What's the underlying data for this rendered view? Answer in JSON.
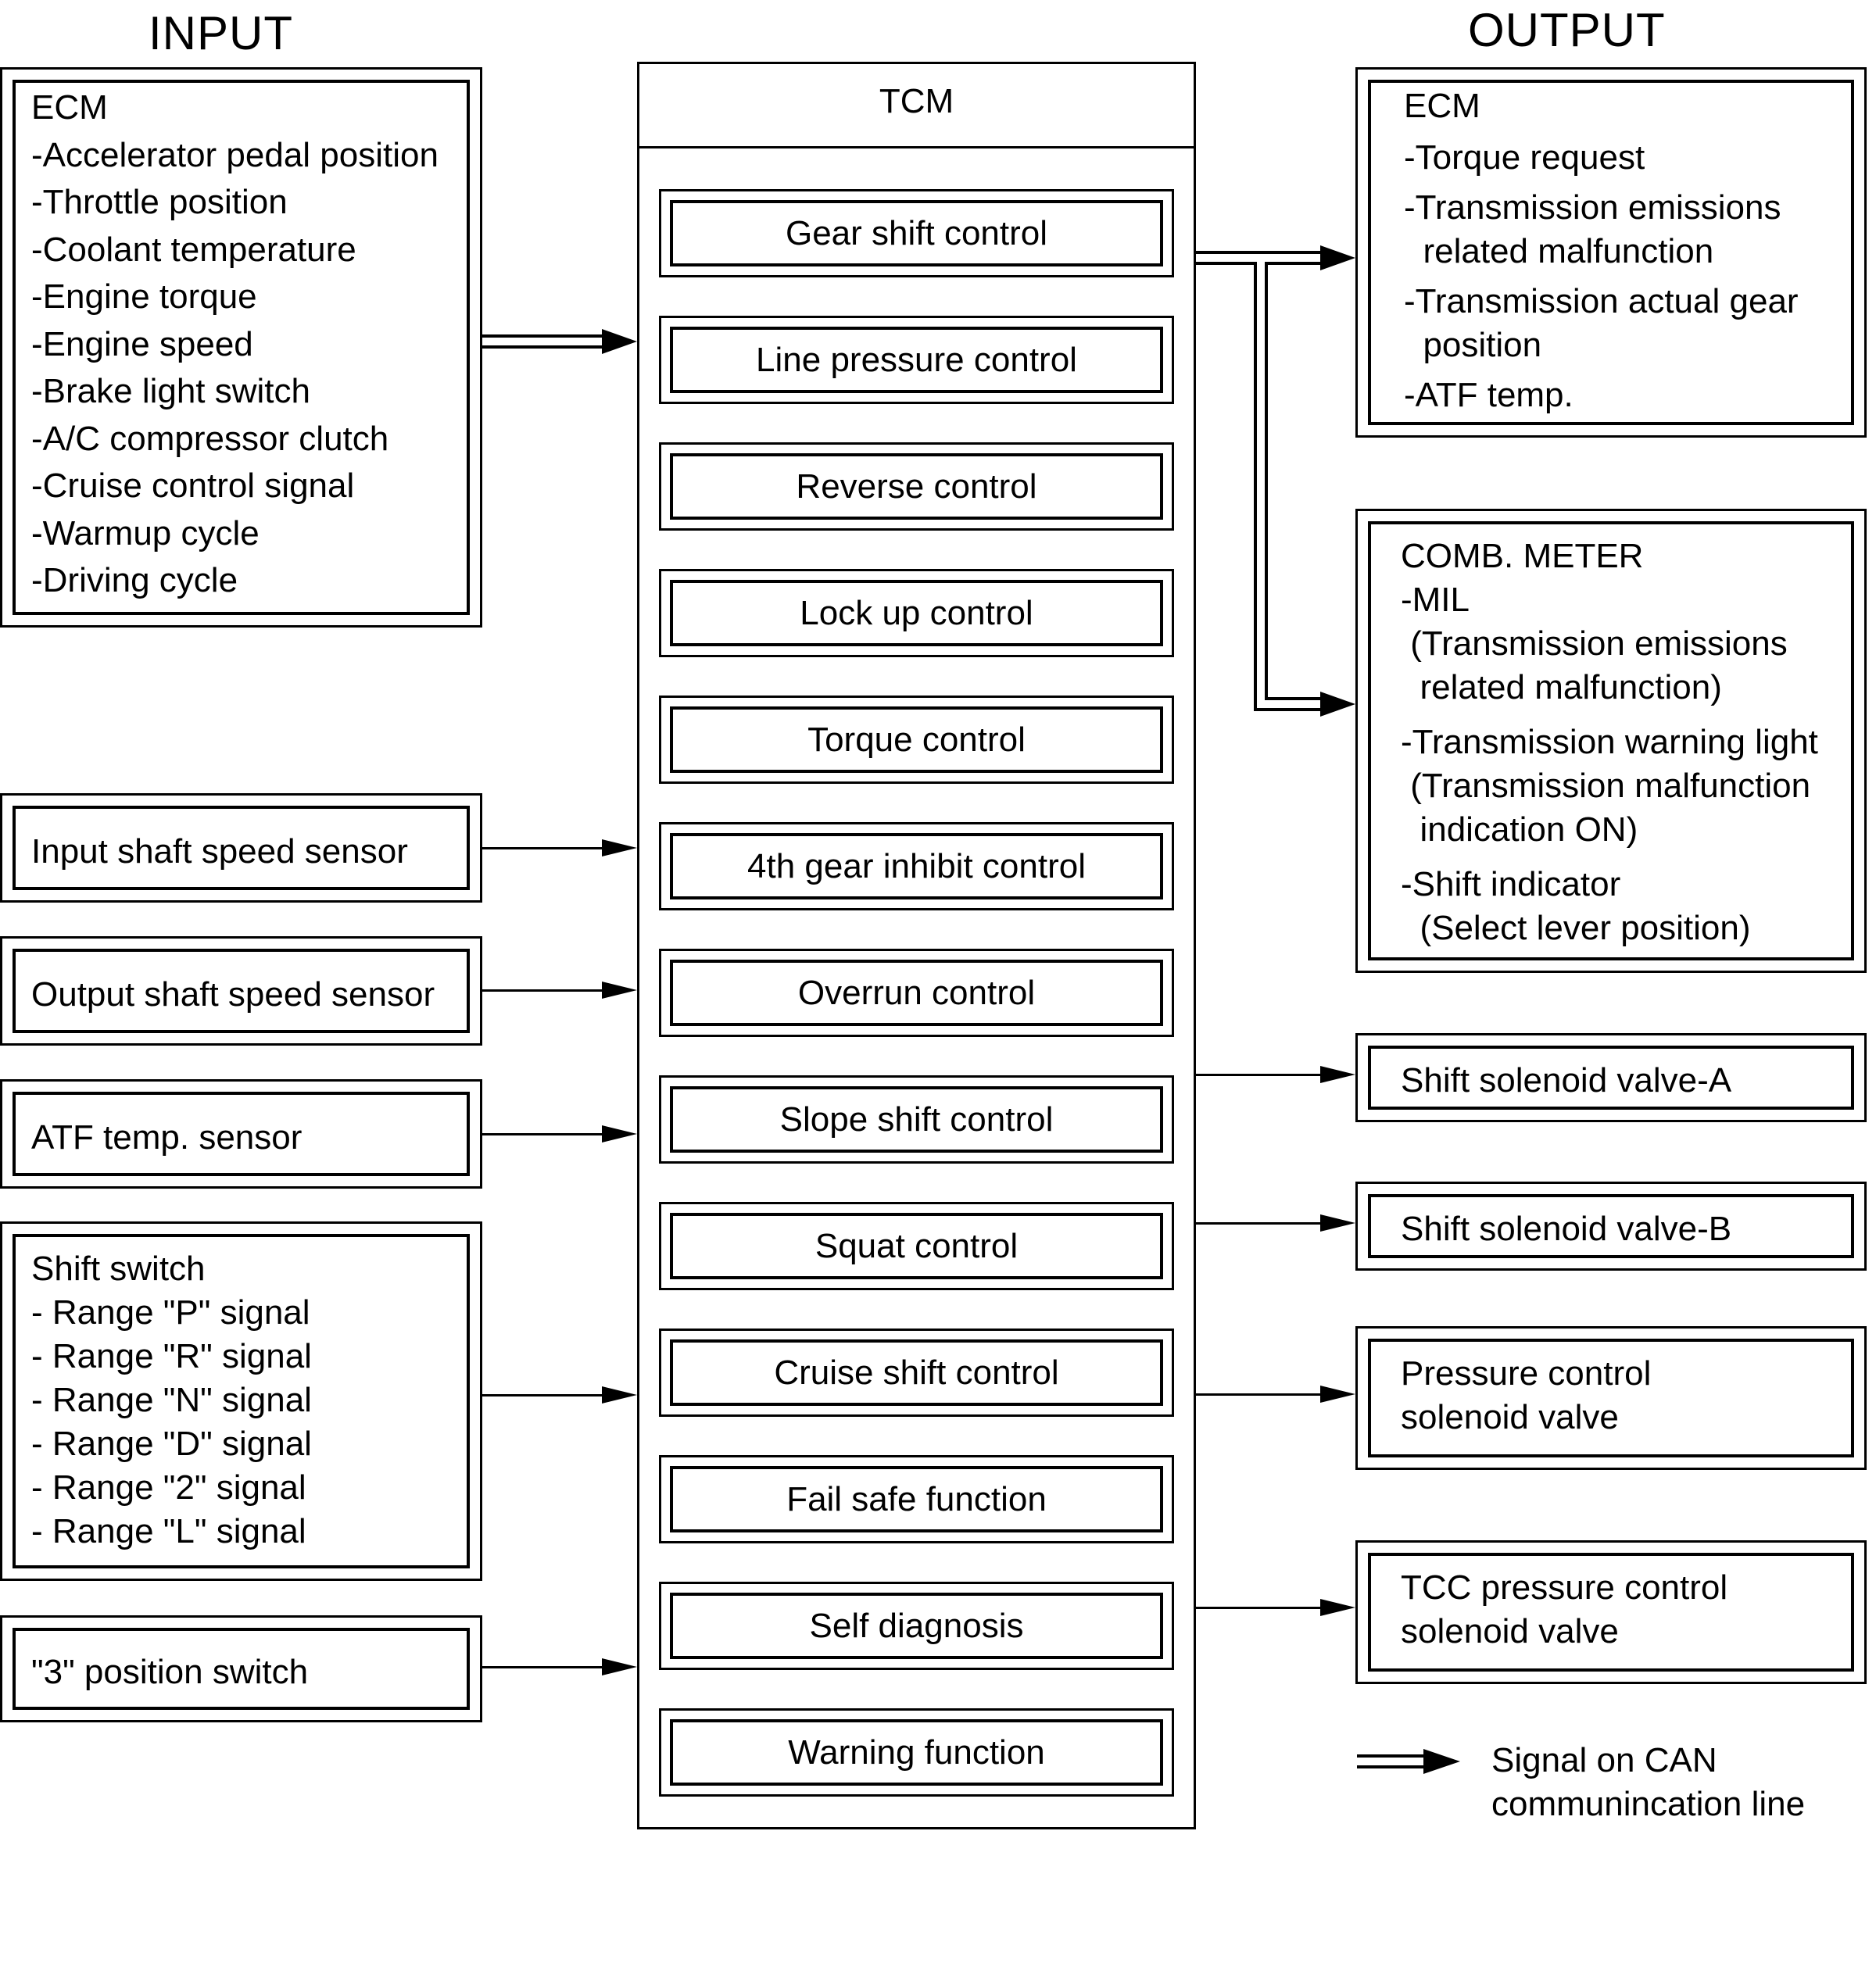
{
  "headings": {
    "input": "INPUT",
    "output": "OUTPUT"
  },
  "inputs": {
    "ecm": {
      "title": "ECM",
      "items": [
        "-Accelerator pedal position",
        "-Throttle position",
        "-Coolant temperature",
        "-Engine torque",
        "-Engine speed",
        "-Brake light switch",
        "-A/C compressor clutch",
        "-Cruise control signal",
        "-Warmup cycle",
        "-Driving cycle"
      ]
    },
    "input_shaft": "Input shaft speed sensor",
    "output_shaft": "Output shaft speed sensor",
    "atf_sensor": "ATF temp. sensor",
    "shift_switch": {
      "title": "Shift switch",
      "items": [
        "- Range \"P\" signal",
        "- Range \"R\" signal",
        "- Range \"N\" signal",
        "- Range \"D\" signal",
        "- Range \"2\" signal",
        "- Range \"L\" signal"
      ]
    },
    "position3": "\"3\" position switch"
  },
  "tcm": {
    "title": "TCM",
    "functions": [
      "Gear shift control",
      "Line pressure control",
      "Reverse control",
      "Lock up control",
      "Torque control",
      "4th gear inhibit control",
      "Overrun control",
      "Slope shift control",
      "Squat control",
      "Cruise shift control",
      "Fail safe function",
      "Self diagnosis",
      "Warning function"
    ]
  },
  "outputs": {
    "ecm": {
      "lines": [
        "ECM",
        "-Torque request",
        "-Transmission emissions",
        "  related malfunction",
        "-Transmission actual gear",
        "  position",
        "-ATF temp."
      ]
    },
    "comb_meter": {
      "lines": [
        "COMB. METER",
        "-MIL",
        " (Transmission emissions",
        "  related malfunction)",
        "-Transmission warning light",
        " (Transmission malfunction",
        "  indication ON)",
        "-Shift indicator",
        "  (Select lever position)"
      ]
    },
    "ssv_a": "Shift solenoid valve-A",
    "ssv_b": "Shift solenoid valve-B",
    "pcsv": [
      "Pressure control",
      "solenoid valve"
    ],
    "tcc": [
      "TCC pressure control",
      "solenoid valve"
    ]
  },
  "legend": {
    "lines": [
      "Signal on CAN",
      "communincation line"
    ]
  }
}
